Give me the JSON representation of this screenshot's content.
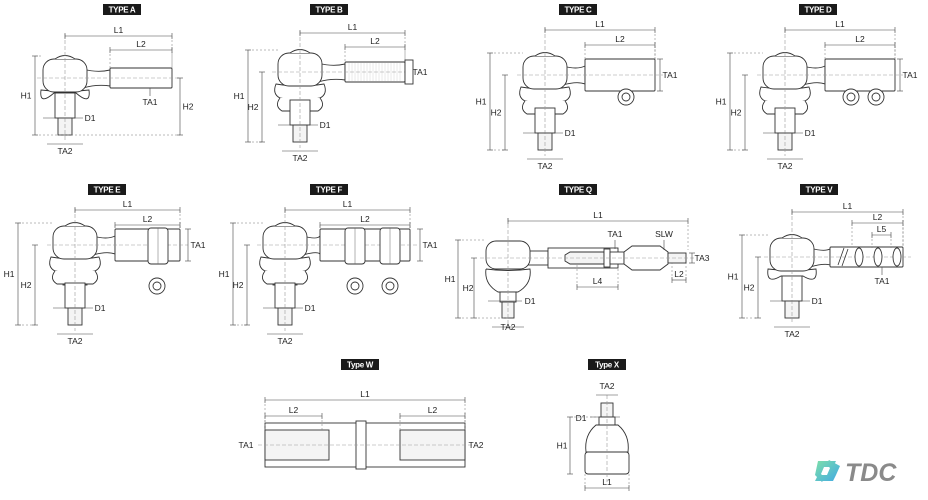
{
  "panels": {
    "A": {
      "title": "TYPE A",
      "labels": {
        "L1": "L1",
        "L2": "L2",
        "H1": "H1",
        "H2": "H2",
        "TA1": "TA1",
        "TA2": "TA2",
        "D1": "D1"
      }
    },
    "B": {
      "title": "TYPE B",
      "labels": {
        "L1": "L1",
        "L2": "L2",
        "H1": "H1",
        "H2": "H2",
        "TA1": "TA1",
        "TA2": "TA2",
        "D1": "D1"
      }
    },
    "C": {
      "title": "TYPE C",
      "labels": {
        "L1": "L1",
        "L2": "L2",
        "H1": "H1",
        "H2": "H2",
        "TA1": "TA1",
        "TA2": "TA2",
        "D1": "D1"
      }
    },
    "D": {
      "title": "TYPE D",
      "labels": {
        "L1": "L1",
        "L2": "L2",
        "H1": "H1",
        "H2": "H2",
        "TA1": "TA1",
        "TA2": "TA2",
        "D1": "D1"
      }
    },
    "E": {
      "title": "TYPE E",
      "labels": {
        "L1": "L1",
        "L2": "L2",
        "H1": "H1",
        "H2": "H2",
        "TA1": "TA1",
        "TA2": "TA2",
        "D1": "D1"
      }
    },
    "F": {
      "title": "TYPE F",
      "labels": {
        "L1": "L1",
        "L2": "L2",
        "H1": "H1",
        "H2": "H2",
        "TA1": "TA1",
        "TA2": "TA2",
        "D1": "D1"
      }
    },
    "Q": {
      "title": "TYPE Q",
      "labels": {
        "L1": "L1",
        "L2": "L2",
        "L4": "L4",
        "H1": "H1",
        "H2": "H2",
        "TA1": "TA1",
        "TA2": "TA2",
        "TA3": "TA3",
        "SLW": "SLW",
        "D1": "D1"
      }
    },
    "V": {
      "title": "TYPE V",
      "labels": {
        "L1": "L1",
        "L2": "L2",
        "L5": "L5",
        "H1": "H1",
        "H2": "H2",
        "TA1": "TA1",
        "TA2": "TA2",
        "D1": "D1"
      }
    },
    "W": {
      "title": "Type W",
      "labels": {
        "L1": "L1",
        "L2a": "L2",
        "L2b": "L2",
        "TA1": "TA1",
        "TA2": "TA2"
      }
    },
    "X": {
      "title": "Type X",
      "labels": {
        "L1": "L1",
        "H1": "H1",
        "TA2": "TA2",
        "D1": "D1"
      }
    }
  },
  "logo": {
    "text": "TDC",
    "icon": "tdc-logo-icon",
    "gradient": [
      "#7ee0a8",
      "#3fa8e6"
    ]
  },
  "colors": {
    "line": "#333333",
    "title_bg": "#1a1a1a",
    "title_text": "#ffffff"
  }
}
